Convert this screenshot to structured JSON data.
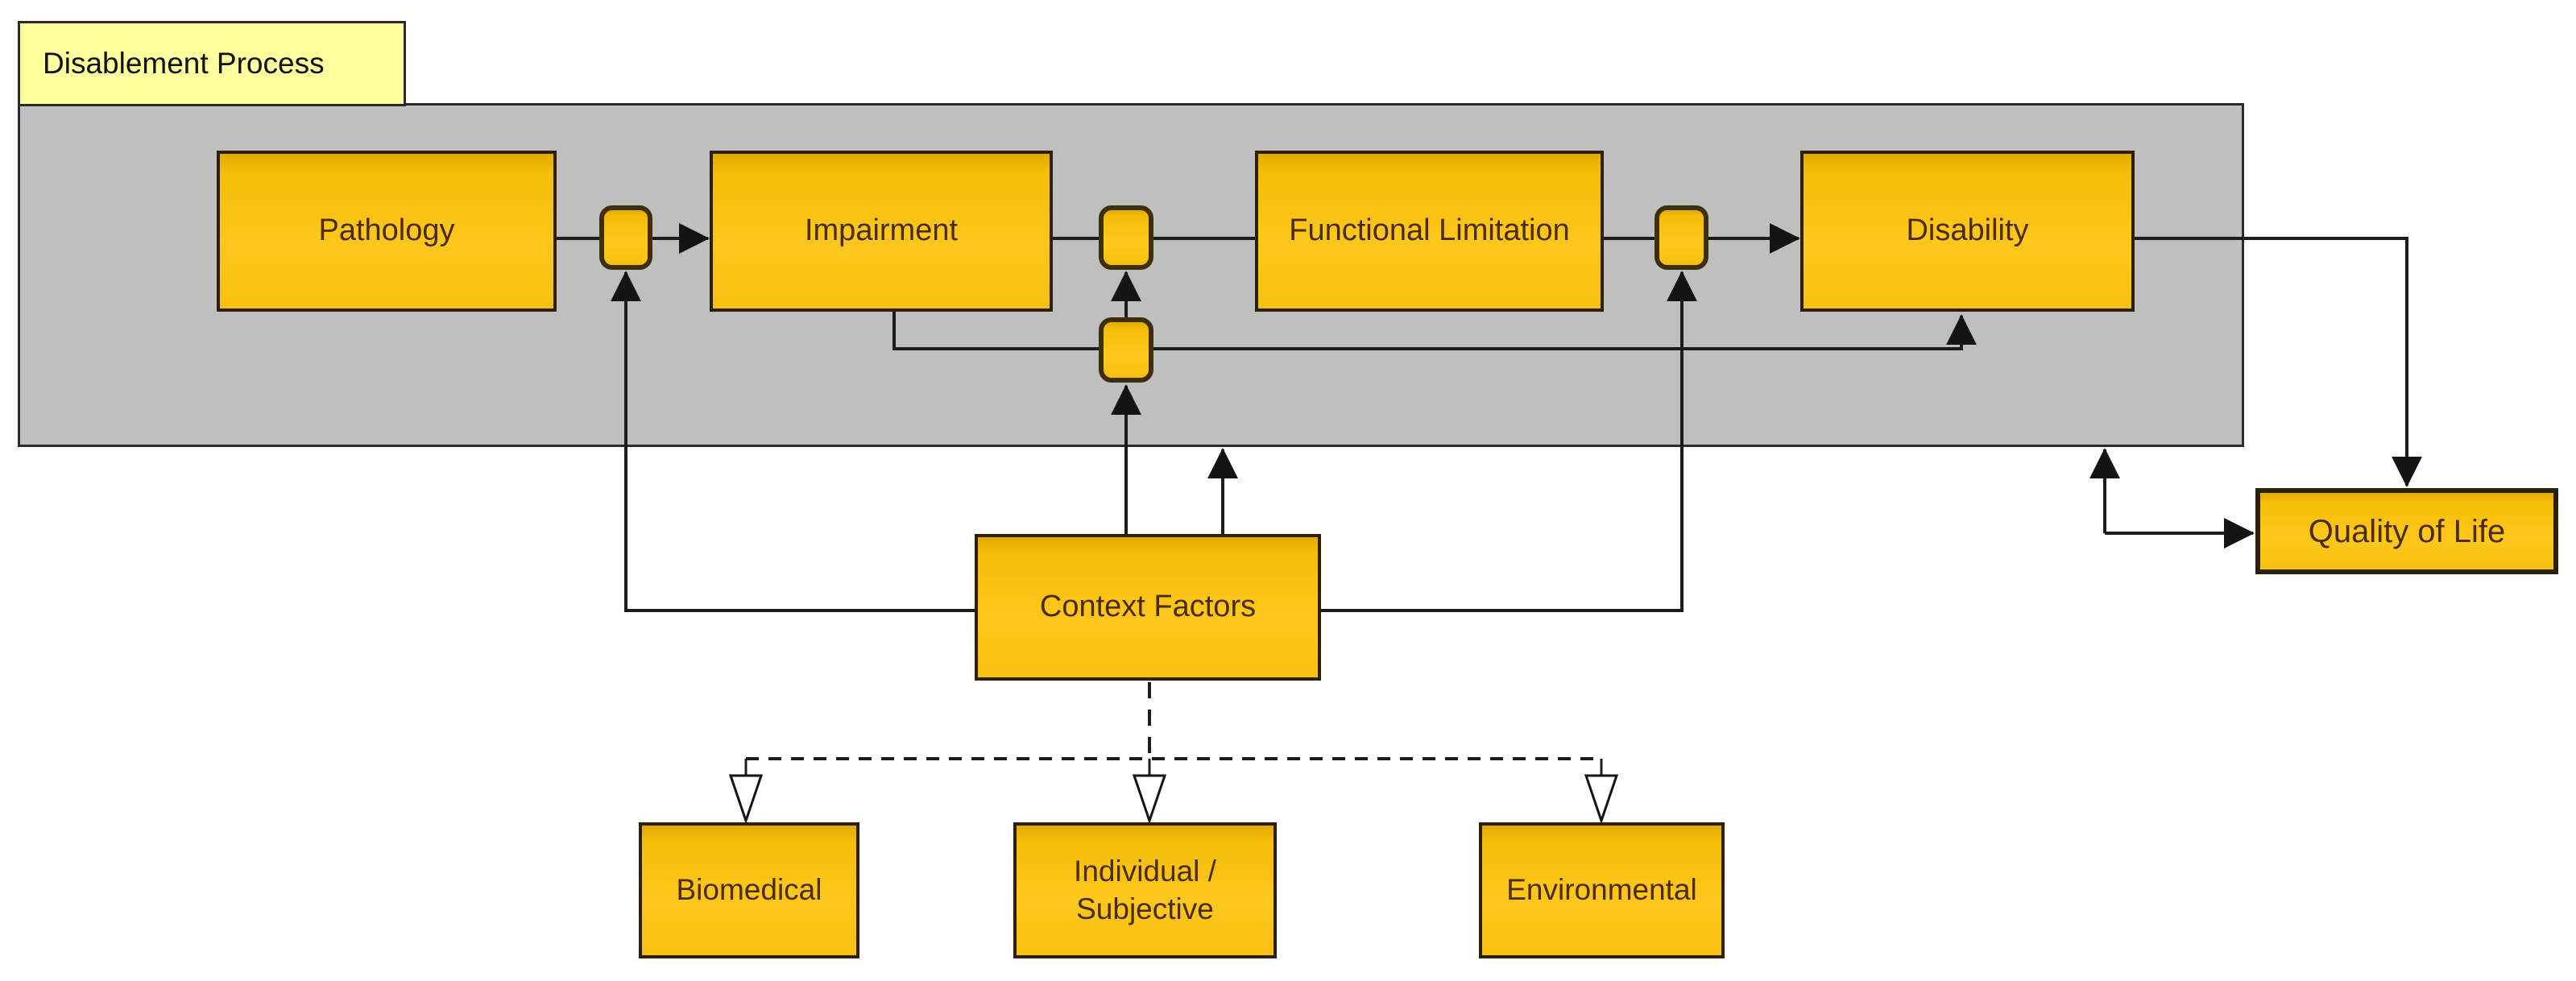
{
  "diagram": {
    "tab_label": "Disablement Process",
    "nodes": {
      "pathology": "Pathology",
      "impairment": "Impairment",
      "functional_limitation": "Functional Limitation",
      "disability": "Disability",
      "context_factors": "Context Factors",
      "quality_of_life": "Quality of Life",
      "biomedical": "Biomedical",
      "individual_subjective": "Individual /\nSubjective",
      "environmental": "Environmental"
    },
    "edges": [
      {
        "from": "Pathology",
        "to": "Impairment",
        "via": "small-connector-node",
        "arrow": "solid"
      },
      {
        "from": "Impairment",
        "to": "Functional Limitation",
        "via": "small-connector-node",
        "arrow": "none"
      },
      {
        "from": "Functional Limitation",
        "to": "Disability",
        "via": "small-connector-node",
        "arrow": "solid"
      },
      {
        "from": "Impairment",
        "to": "Disability",
        "type": "bypass-under-row",
        "via": "small-connector-node",
        "arrow": "solid"
      },
      {
        "from": "Context Factors",
        "to": "Pathology-Impairment connector",
        "arrow": "solid"
      },
      {
        "from": "Context Factors",
        "to": "Impairment-FunctionalLimitation lower connector",
        "arrow": "solid"
      },
      {
        "from": "Context Factors",
        "to": "FunctionalLimitation-Disability connector",
        "arrow": "solid"
      },
      {
        "from": "Context Factors",
        "to": "Disablement Process container",
        "arrow": "solid"
      },
      {
        "from": "Disability",
        "to": "Quality of Life",
        "arrow": "solid"
      },
      {
        "from": "Quality of Life",
        "to": "Disablement Process container",
        "arrow": "double"
      },
      {
        "from": "Context Factors",
        "to": "Biomedical",
        "style": "dashed",
        "arrow": "hollow-triangle"
      },
      {
        "from": "Context Factors",
        "to": "Individual / Subjective",
        "style": "dashed",
        "arrow": "hollow-triangle"
      },
      {
        "from": "Context Factors",
        "to": "Environmental",
        "style": "dashed",
        "arrow": "hollow-triangle"
      }
    ],
    "colors": {
      "box_fill": "#FDC713",
      "box_border": "#2B2109",
      "container_fill": "#BFBFBF",
      "container_border": "#2A2A2A",
      "tab_fill": "#FFFFA0",
      "line": "#1C1C1C",
      "box_text": "#4A2C0A",
      "tab_text": "#111111"
    }
  }
}
